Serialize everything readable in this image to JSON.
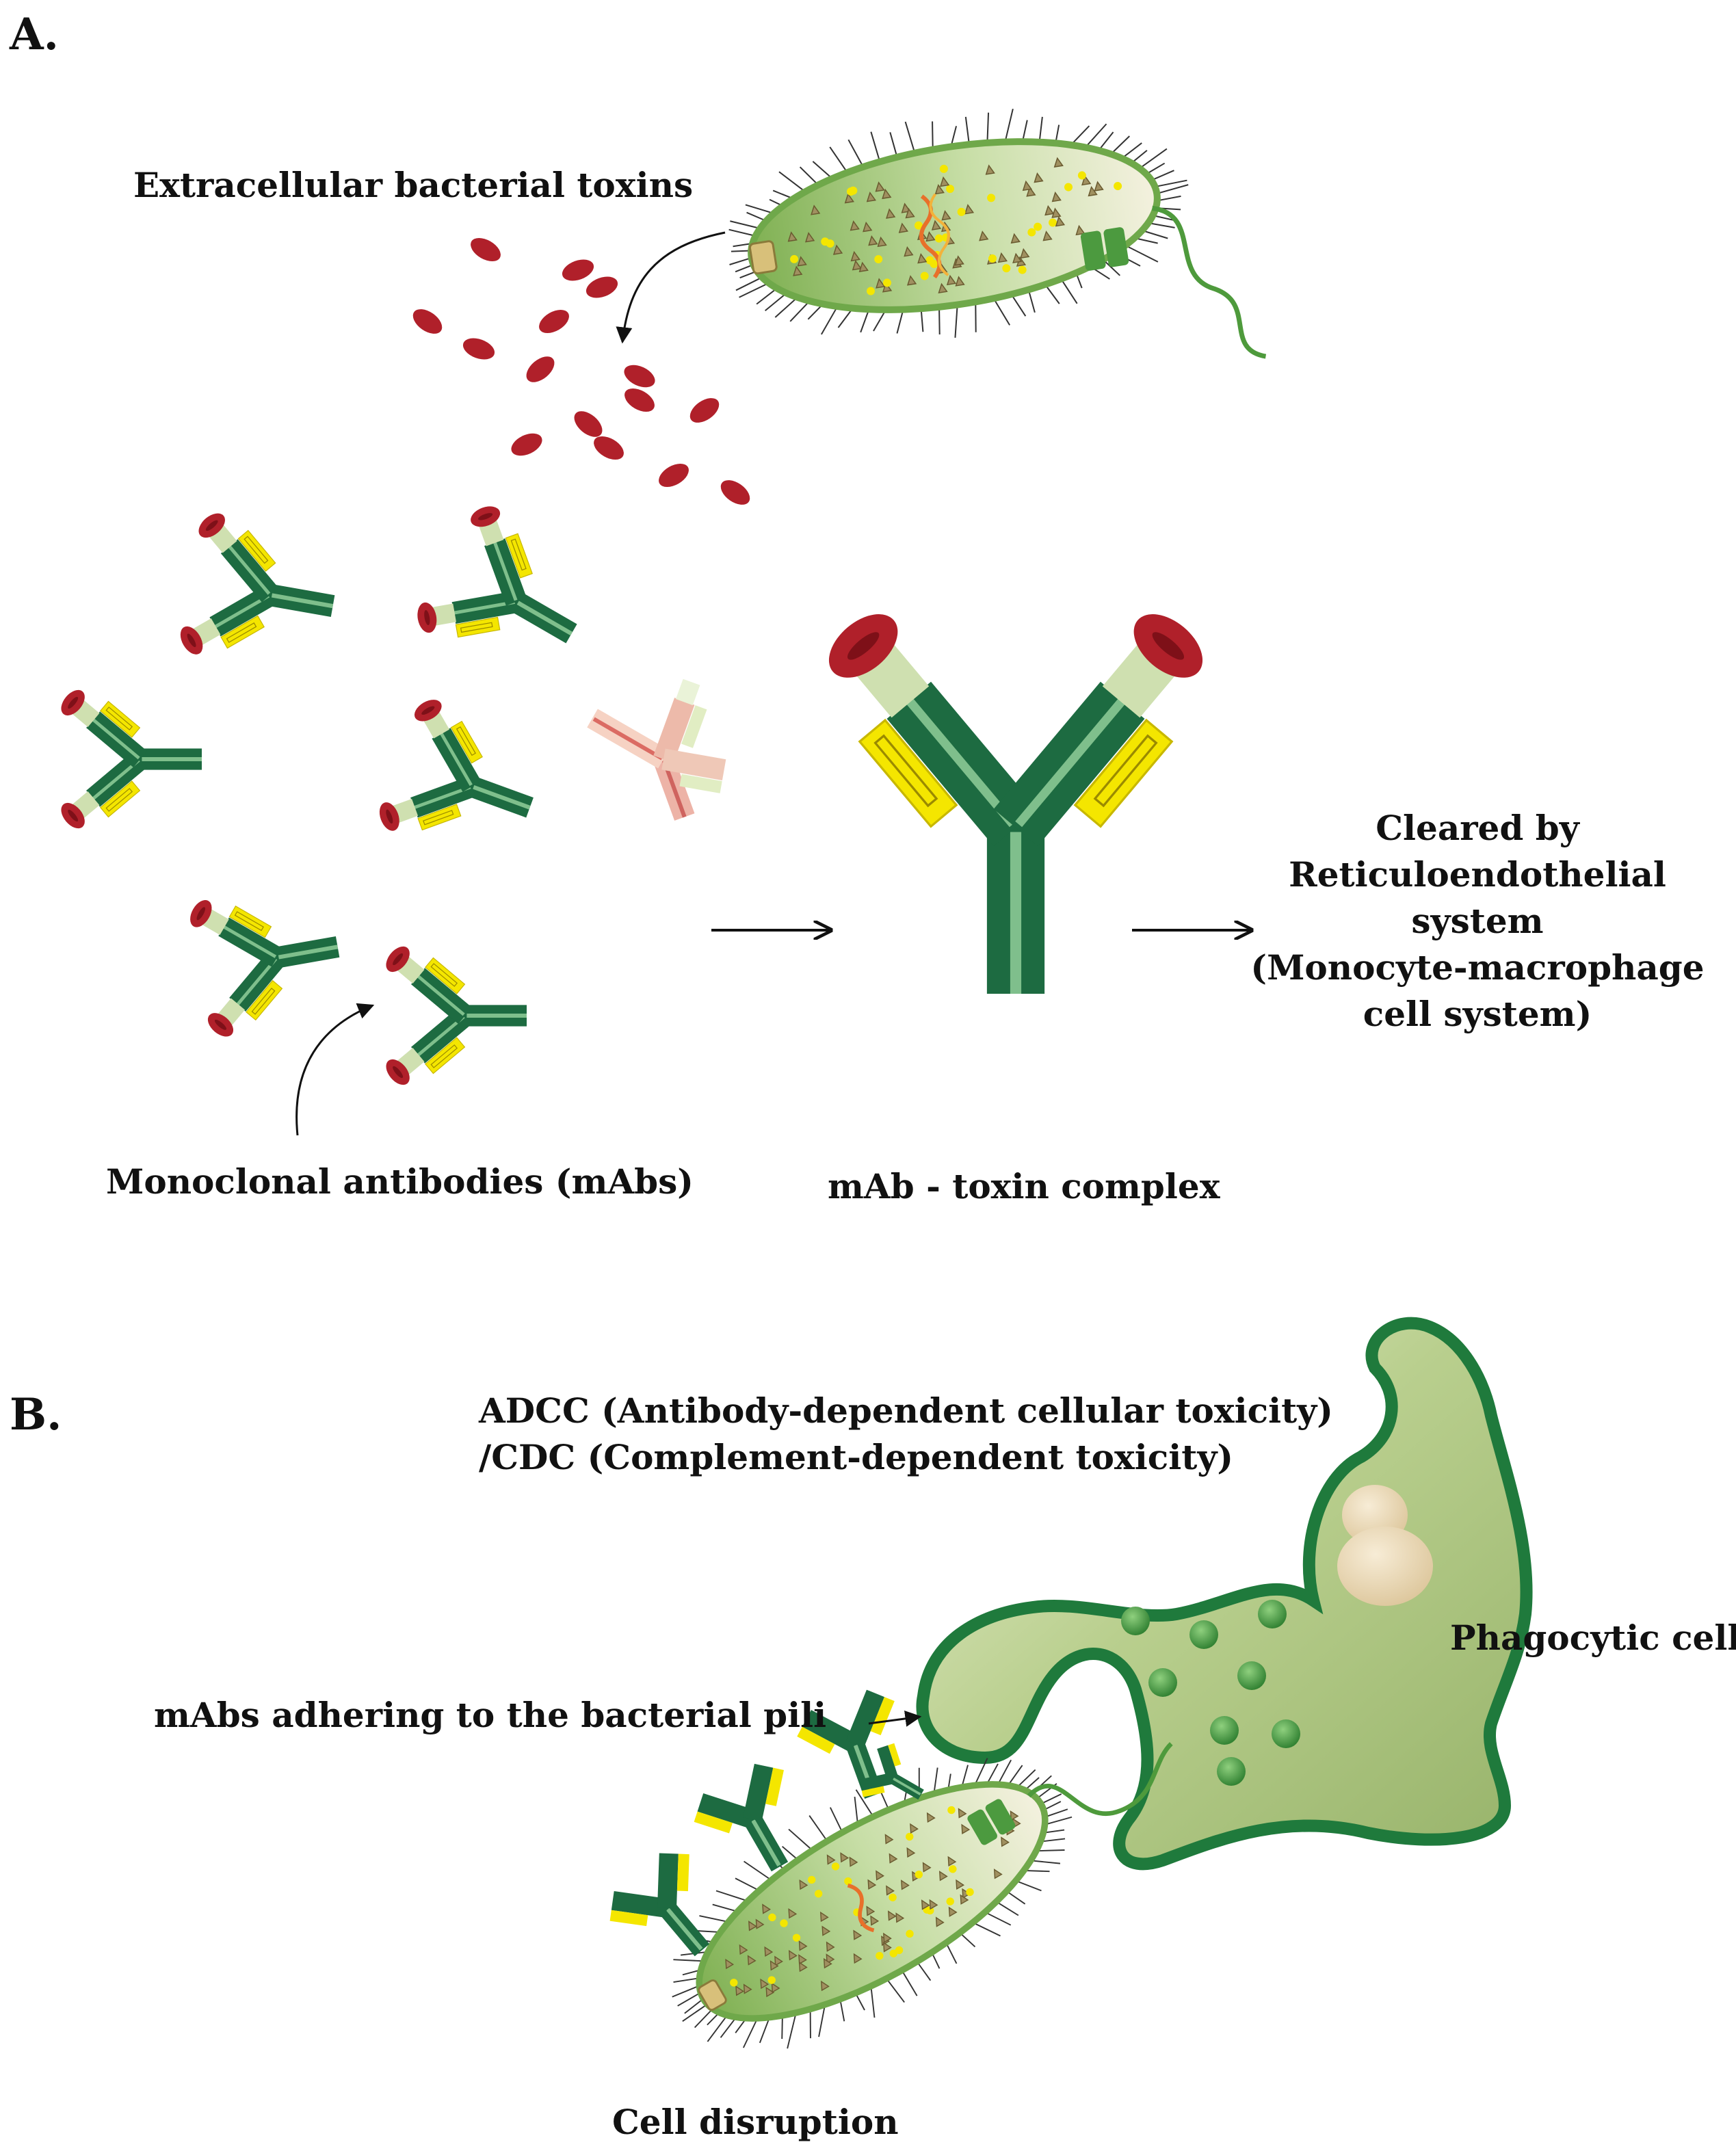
{
  "panels": {
    "a": {
      "letter": "A.",
      "labels": {
        "toxins": "Extracellular bacterial toxins",
        "mabs": "Monoclonal antibodies (mAbs)",
        "complex": "mAb - toxin complex",
        "cleared": [
          "Cleared by",
          "Reticuloendothelial",
          "system",
          "(Monocyte-macrophage",
          "cell system)"
        ]
      }
    },
    "b": {
      "letter": "B.",
      "labels": {
        "adcc": "ADCC (Antibody-dependent cellular toxicity)",
        "cdc": "/CDC (Complement-dependent toxicity)",
        "phagocytic": "Phagocytic cell",
        "pili": "mAbs adhering to the bacterial pili",
        "disruption": "Cell disruption"
      }
    }
  },
  "colors": {
    "antibody_dark": "#1d6b41",
    "antibody_light": "#4e9a66",
    "antibody_highlight": "#a8d8a8",
    "toxin": "#b0202a",
    "hinge_yellow": "#f4e600",
    "bacterium_fill": "#cfe3b4",
    "bacterium_edge": "#6fa84a",
    "phagocyte_fill": "#b9cf8e",
    "phagocyte_edge": "#1f7a3c",
    "granule": "#3f9a3c",
    "nucleus": "#ead7b4",
    "arrow": "#111111"
  }
}
